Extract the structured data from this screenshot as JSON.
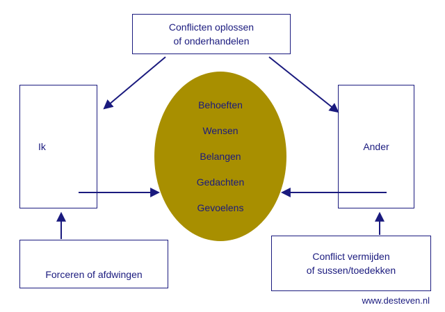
{
  "colors": {
    "line": "#1a1a7e",
    "text": "#1a1a7e",
    "ellipse_fill": "#a88f00",
    "background": "#ffffff"
  },
  "boxes": {
    "top": {
      "line1": "Conflicten oplossen",
      "line2": "of onderhandelen"
    },
    "left": {
      "label": "Ik"
    },
    "right": {
      "label": "Ander"
    },
    "bottom_left": {
      "label": "Forceren of afdwingen"
    },
    "bottom_right": {
      "line1": "Conflict vermijden",
      "line2": "of sussen/toedekken"
    }
  },
  "ellipse": {
    "items": [
      "Behoeften",
      "Wensen",
      "Belangen",
      "Gedachten",
      "Gevoelens"
    ]
  },
  "footer": {
    "website": "www.desteven.nl"
  }
}
